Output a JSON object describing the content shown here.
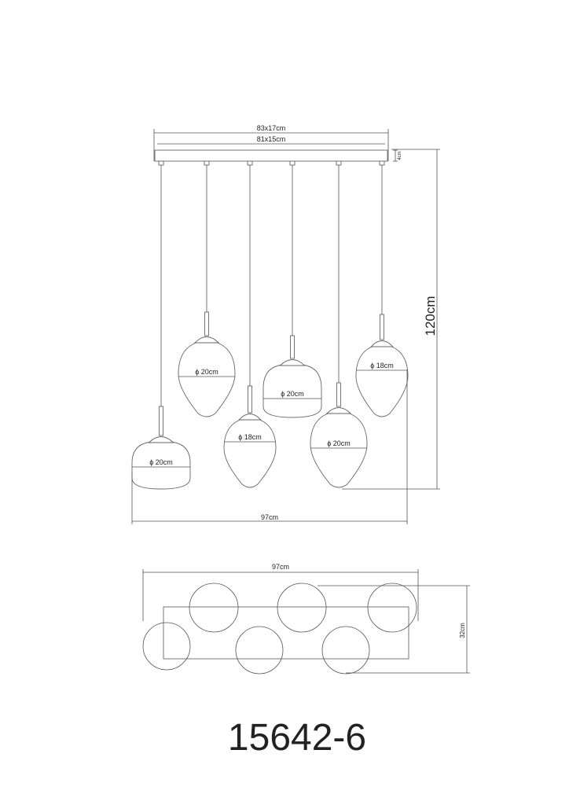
{
  "canopy": {
    "outer_dim": "83x17cm",
    "inner_dim": "81x15cm",
    "height_dim": "4cm"
  },
  "total_height": "120cm",
  "total_width_front": "97cm",
  "shades": [
    {
      "label": "ϕ 20cm",
      "shape": "mushroom"
    },
    {
      "label": "ϕ 20cm",
      "shape": "egg"
    },
    {
      "label": "ϕ 18cm",
      "shape": "egg"
    },
    {
      "label": "ϕ 20cm",
      "shape": "mushroom"
    },
    {
      "label": "ϕ 20cm",
      "shape": "egg"
    },
    {
      "label": "ϕ 18cm",
      "shape": "egg"
    }
  ],
  "top_view": {
    "width_dim": "97cm",
    "depth_dim": "32cm"
  },
  "model_number": "15642-6"
}
